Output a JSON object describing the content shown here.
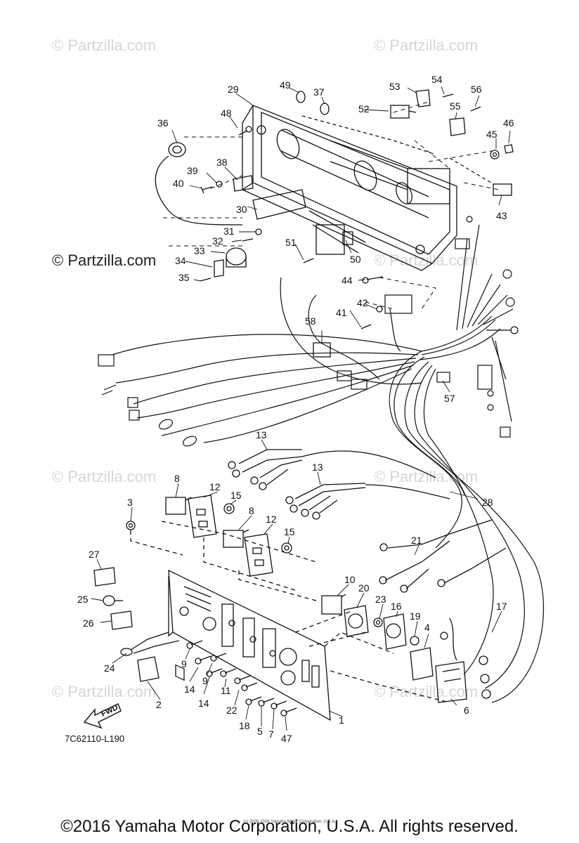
{
  "watermarks": {
    "faint": "© Partzilla.com",
    "main": "© Partzilla.com"
  },
  "diagram_code": "7C62110-L190",
  "fwd_label": "FWD",
  "copyright": "©2016 Yamaha Motor Corporation, U.S.A. All rights reserved.",
  "fine_print": "(c) 2005-2016 Yamaha Motor Corporation, U.S.A.",
  "callouts": [
    "1",
    "2",
    "3",
    "4",
    "5",
    "6",
    "7",
    "8",
    "8",
    "9",
    "9",
    "10",
    "11",
    "12",
    "12",
    "13",
    "13",
    "14",
    "14",
    "15",
    "15",
    "16",
    "17",
    "18",
    "19",
    "20",
    "21",
    "22",
    "23",
    "24",
    "25",
    "26",
    "27",
    "28",
    "29",
    "30",
    "31",
    "32",
    "33",
    "34",
    "35",
    "36",
    "37",
    "38",
    "39",
    "40",
    "41",
    "42",
    "43",
    "44",
    "45",
    "46",
    "47",
    "48",
    "49",
    "50",
    "51",
    "52",
    "53",
    "54",
    "55",
    "56",
    "57",
    "58"
  ]
}
